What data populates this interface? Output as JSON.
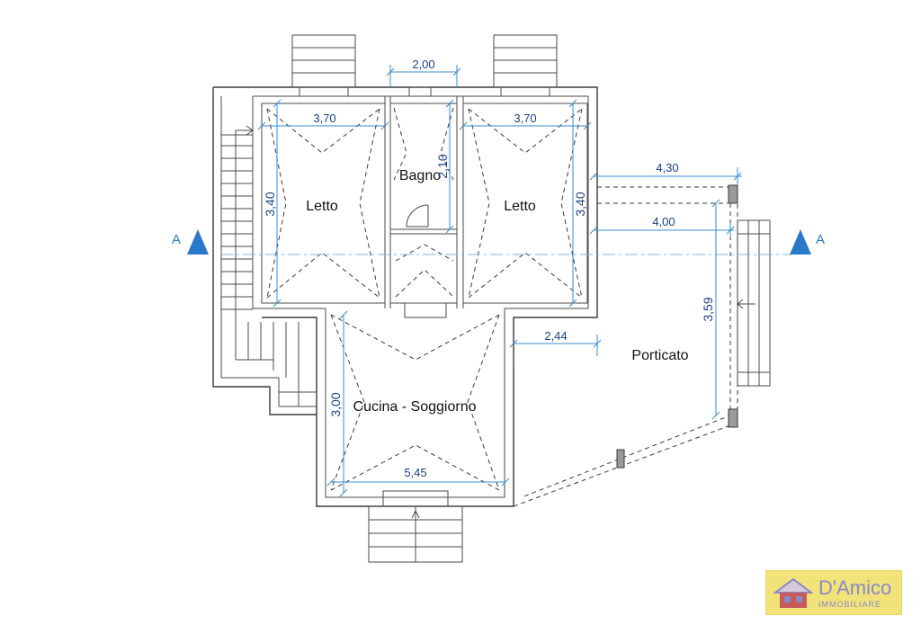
{
  "plan": {
    "rooms": [
      {
        "key": "bed_left",
        "label": "Letto"
      },
      {
        "key": "bath",
        "label": "Bagno"
      },
      {
        "key": "bed_right",
        "label": "Letto"
      },
      {
        "key": "kitchen",
        "label": "Cucina - Soggiorno"
      },
      {
        "key": "porch",
        "label": "Porticato"
      }
    ],
    "dimensions": {
      "bed_left_width": "3,70",
      "bed_left_depth": "3,40",
      "bath_width": "2,00",
      "bath_depth": "2,10",
      "bed_right_width": "3,70",
      "bed_right_depth": "3,40",
      "kitchen_depth": "3,00",
      "kitchen_width": "5,45",
      "porch_gap": "2,44",
      "porch_outer": "4,30",
      "porch_inner": "4,00",
      "porch_depth": "3,59"
    },
    "section": {
      "left": "A",
      "right": "A"
    }
  },
  "logo": {
    "name": "D'Amico",
    "subtitle": "IMMOBILIARE"
  },
  "colors": {
    "walls": "#3a3a3a",
    "dimension_lines": "#3a8bd0",
    "dimension_text": "#1a3f8c",
    "section_marker": "#2a78c8",
    "logo_background": "#f2e27a"
  }
}
